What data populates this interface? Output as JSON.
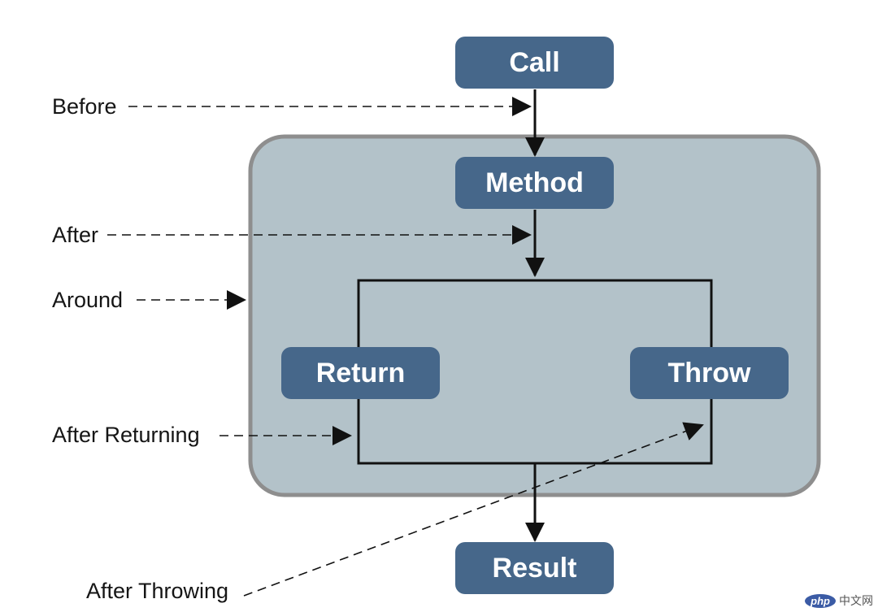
{
  "nodes": {
    "call": "Call",
    "method": "Method",
    "return": "Return",
    "throw": "Throw",
    "result": "Result"
  },
  "advice_labels": {
    "before": "Before",
    "after": "After",
    "around": "Around",
    "after_returning": "After Returning",
    "after_throwing": "After Throwing"
  },
  "colors": {
    "node_fill": "#46678a",
    "container_fill": "#b3c2c9",
    "container_border": "#8e8e8e",
    "line": "#111111"
  },
  "watermark": {
    "badge": "php",
    "text": "中文网"
  }
}
